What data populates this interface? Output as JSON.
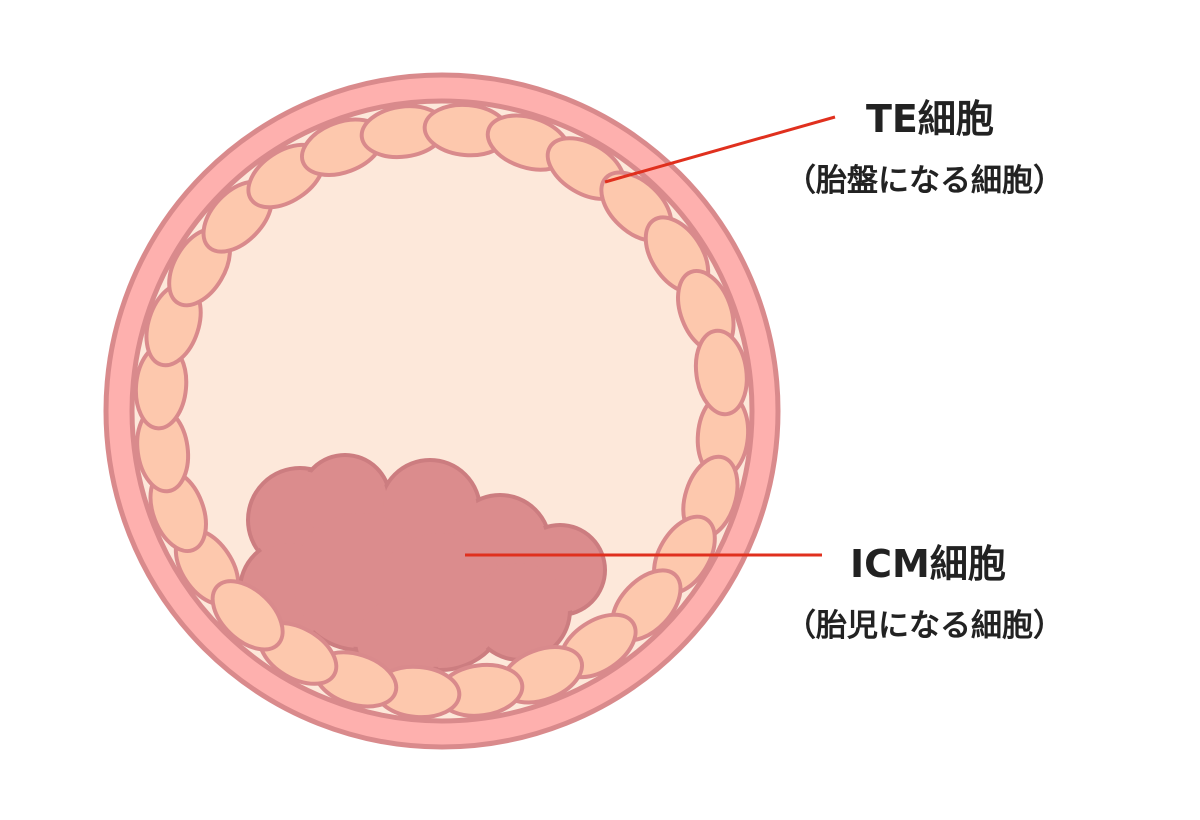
{
  "labels": {
    "te": {
      "title": "TE細胞",
      "subtitle": "（胎盤になる細胞）"
    },
    "icm": {
      "title": "ICM細胞",
      "subtitle": "（胎児になる細胞）"
    }
  },
  "colors": {
    "outer_ring": "#feb0ae",
    "outline": "#d98a8c",
    "cell": "#fdc8ad",
    "cavity": "#fde8da",
    "icm": "#db8c8d",
    "leader": "#e0301e"
  }
}
